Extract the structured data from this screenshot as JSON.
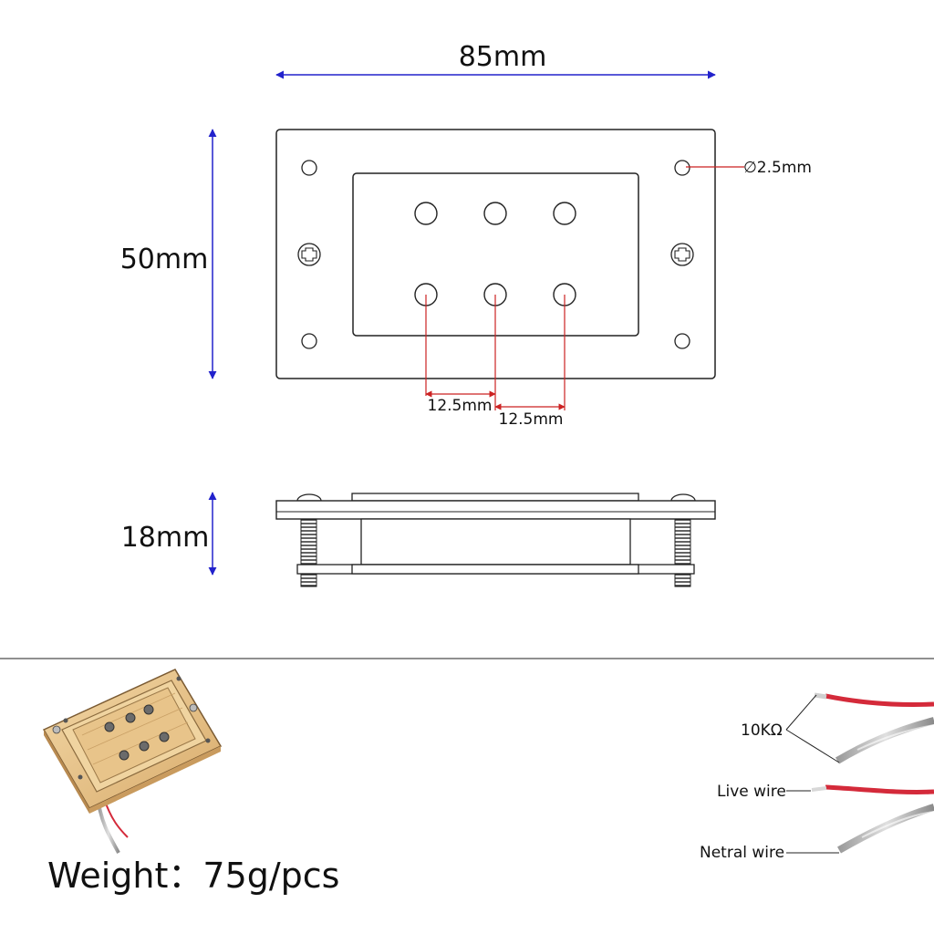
{
  "dimensions": {
    "width": "85mm",
    "height": "50mm",
    "depth": "18mm",
    "hole_diameter": "∅2.5mm",
    "spacing_left": "12.5mm",
    "spacing_right": "12.5mm"
  },
  "product": {
    "weight": "Weight：75g/pcs"
  },
  "wiring": {
    "resistance": "10KΩ",
    "live": "Live wire",
    "neutral": "Netral wire"
  },
  "colors": {
    "dimension_line": "#2222cc",
    "red_dimension": "#cc2222",
    "wire_red": "#d42a3a",
    "wood": "#e8c48a"
  }
}
